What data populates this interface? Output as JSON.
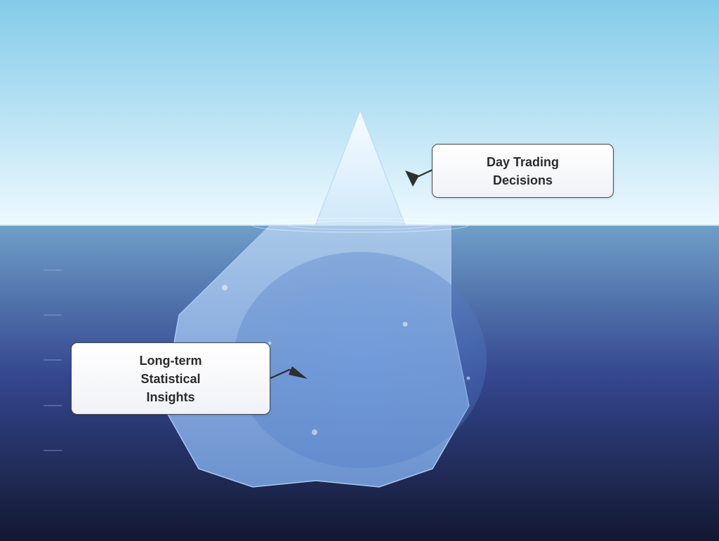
{
  "diagram": {
    "callouts": [
      {
        "id": "above-water",
        "label": "Day Trading\nDecisions"
      },
      {
        "id": "below-water",
        "label": "Long-term\nStatistical\nInsights"
      }
    ]
  },
  "colors": {
    "sky_top": "#83cbe9",
    "sky_bottom": "#eef9ff",
    "water_top": "#6f9fc8",
    "water_mid": "#34468f",
    "water_bottom": "#121830",
    "ice_tip": "#f7fcff",
    "ice_body": "#8db6ee",
    "arrow": "#2f2f2f"
  }
}
